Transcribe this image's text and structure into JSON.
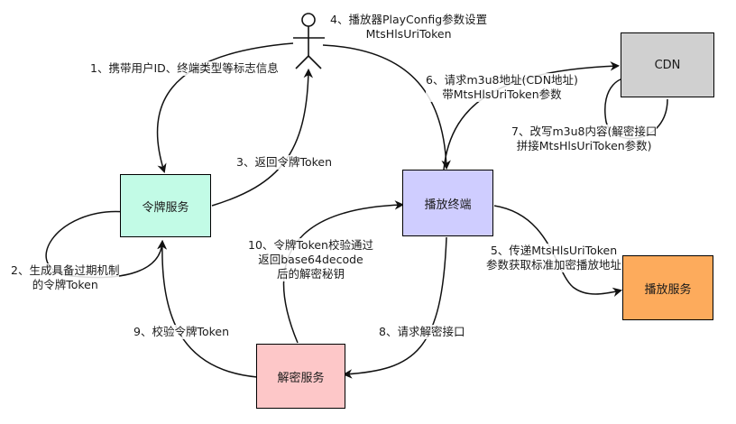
{
  "nodes": {
    "token_service": {
      "label": "令牌服务",
      "color": "#c2fbe6"
    },
    "player": {
      "label": "播放终端",
      "color": "#cfcdff"
    },
    "cdn": {
      "label": "CDN",
      "color": "#d0d0d0"
    },
    "play_service": {
      "label": "播放服务",
      "color": "#fdab5c"
    },
    "decrypt_service": {
      "label": "解密服务",
      "color": "#fdc7c8"
    }
  },
  "edges": {
    "e1": "1、携带用户ID、终端类型等标志信息",
    "e2_line1": "2、生成具备过期机制",
    "e2_line2": "的令牌Token",
    "e3": "3、返回令牌Token",
    "e4_line1": "4、播放器PlayConfig参数设置",
    "e4_line2": "MtsHlsUriToken",
    "e5_line1": "5、传递MtsHlsUriToken",
    "e5_line2": "参数获取标准加密播放地址",
    "e6_line1": "6、请求m3u8地址(CDN地址)",
    "e6_line2": "带MtsHlsUriToken参数",
    "e7_line1": "7、改写m3u8内容(解密接口",
    "e7_line2": "拼接MtsHlsUriToken参数)",
    "e8": "8、请求解密接口",
    "e9": "9、校验令牌Token",
    "e10_line1": "10、令牌Token校验通过",
    "e10_line2": "返回base64decode",
    "e10_line3": "后的解密秘钥"
  }
}
